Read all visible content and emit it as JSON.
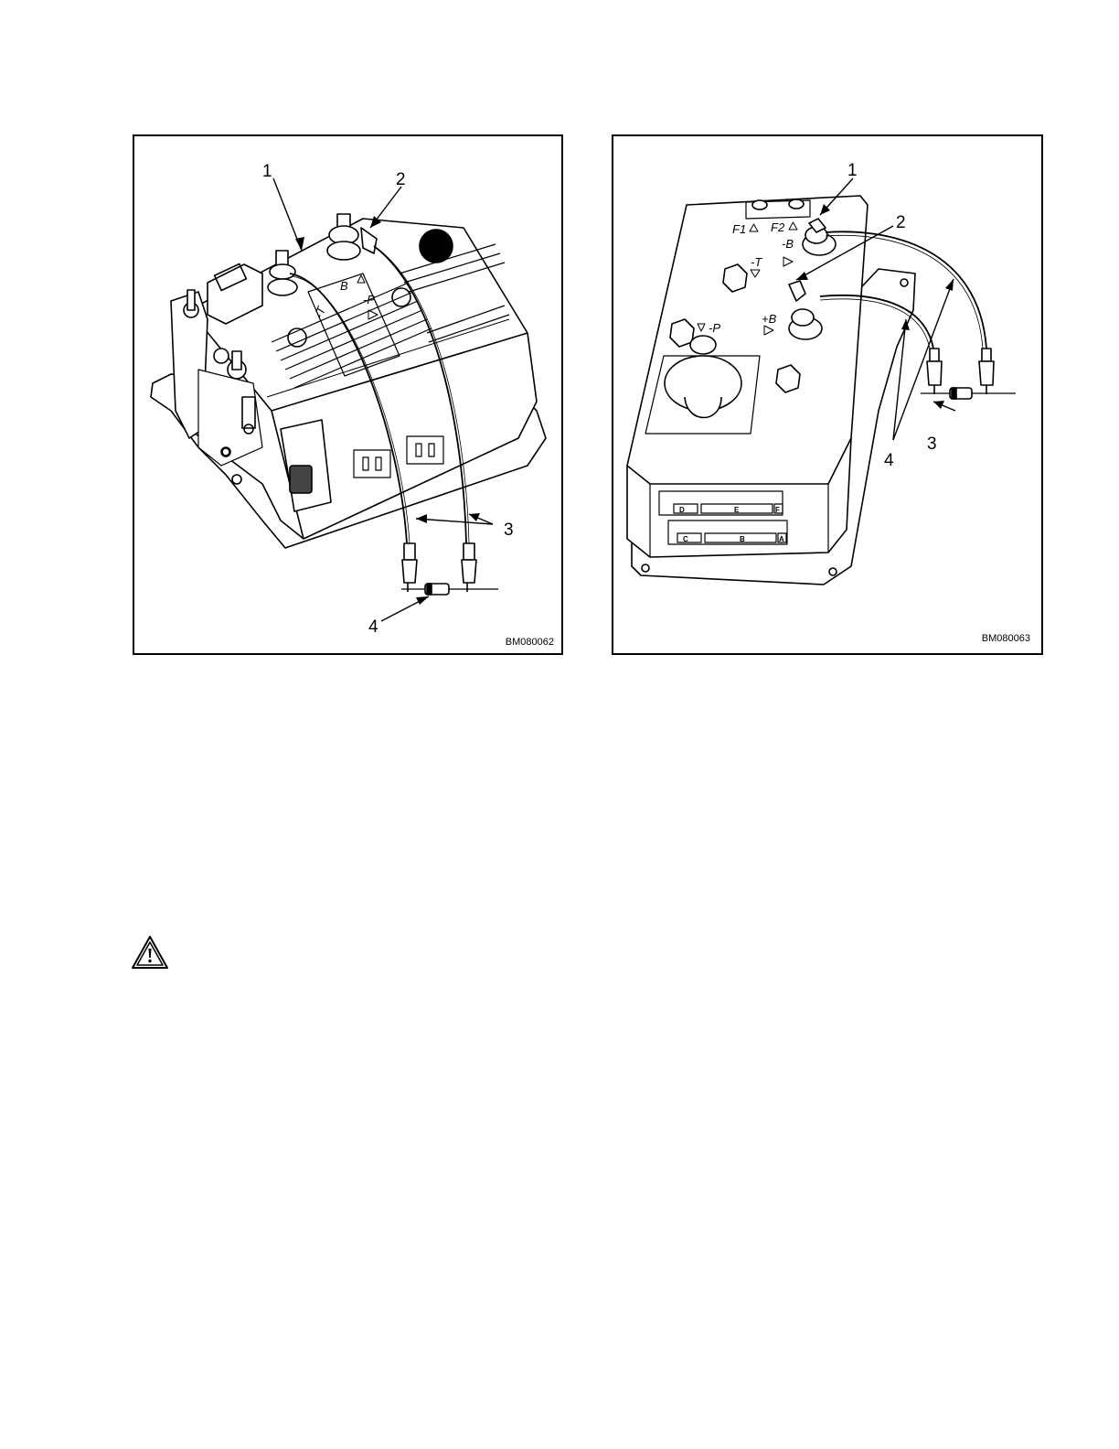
{
  "figures": [
    {
      "code": "BM080062",
      "callouts": [
        "1",
        "2",
        "3",
        "4"
      ],
      "terminal_labels": [
        "B",
        "-P",
        "-T"
      ]
    },
    {
      "code": "BM080063",
      "callouts": [
        "1",
        "2",
        "3",
        "4"
      ],
      "terminal_labels": [
        "F1",
        "F2",
        "-B",
        "-T",
        "+B",
        "-P"
      ],
      "connector_labels": [
        "D",
        "E",
        "F",
        "C",
        "B",
        "A"
      ]
    }
  ],
  "icons": {
    "warning": "warning-triangle-icon"
  }
}
